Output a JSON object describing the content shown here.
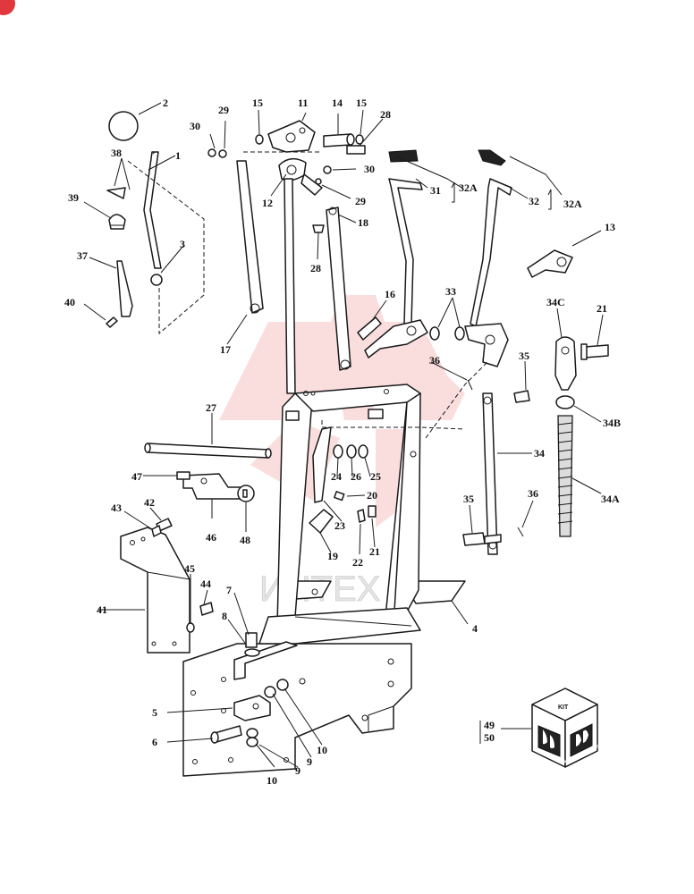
{
  "watermark": {
    "text": "ИНТЕХ",
    "color": "#f2b8b8"
  },
  "corner_badge": {
    "color": "#e0383e"
  },
  "callouts": [
    {
      "id": "c-1",
      "text": "1"
    },
    {
      "id": "c-2",
      "text": "2"
    },
    {
      "id": "c-3",
      "text": "3"
    },
    {
      "id": "c-4",
      "text": "4"
    },
    {
      "id": "c-5",
      "text": "5"
    },
    {
      "id": "c-6",
      "text": "6"
    },
    {
      "id": "c-7",
      "text": "7"
    },
    {
      "id": "c-8",
      "text": "8"
    },
    {
      "id": "c-9a",
      "text": "9"
    },
    {
      "id": "c-9b",
      "text": "9"
    },
    {
      "id": "c-10a",
      "text": "10"
    },
    {
      "id": "c-10b",
      "text": "10"
    },
    {
      "id": "c-11",
      "text": "11"
    },
    {
      "id": "c-12",
      "text": "12"
    },
    {
      "id": "c-13",
      "text": "13"
    },
    {
      "id": "c-14",
      "text": "14"
    },
    {
      "id": "c-15a",
      "text": "15"
    },
    {
      "id": "c-15b",
      "text": "15"
    },
    {
      "id": "c-16",
      "text": "16"
    },
    {
      "id": "c-17",
      "text": "17"
    },
    {
      "id": "c-18",
      "text": "18"
    },
    {
      "id": "c-19",
      "text": "19"
    },
    {
      "id": "c-20",
      "text": "20"
    },
    {
      "id": "c-21a",
      "text": "21"
    },
    {
      "id": "c-21b",
      "text": "21"
    },
    {
      "id": "c-22",
      "text": "22"
    },
    {
      "id": "c-23",
      "text": "23"
    },
    {
      "id": "c-24",
      "text": "24"
    },
    {
      "id": "c-25",
      "text": "25"
    },
    {
      "id": "c-26",
      "text": "26"
    },
    {
      "id": "c-27",
      "text": "27"
    },
    {
      "id": "c-28a",
      "text": "28"
    },
    {
      "id": "c-28b",
      "text": "28"
    },
    {
      "id": "c-29a",
      "text": "29"
    },
    {
      "id": "c-29b",
      "text": "29"
    },
    {
      "id": "c-30a",
      "text": "30"
    },
    {
      "id": "c-30b",
      "text": "30"
    },
    {
      "id": "c-31",
      "text": "31"
    },
    {
      "id": "c-32",
      "text": "32"
    },
    {
      "id": "c-32Aa",
      "text": "32A"
    },
    {
      "id": "c-32Ab",
      "text": "32A"
    },
    {
      "id": "c-33",
      "text": "33"
    },
    {
      "id": "c-34",
      "text": "34"
    },
    {
      "id": "c-34A",
      "text": "34A"
    },
    {
      "id": "c-34B",
      "text": "34B"
    },
    {
      "id": "c-34C",
      "text": "34C"
    },
    {
      "id": "c-35a",
      "text": "35"
    },
    {
      "id": "c-35b",
      "text": "35"
    },
    {
      "id": "c-36a",
      "text": "36"
    },
    {
      "id": "c-36b",
      "text": "36"
    },
    {
      "id": "c-37",
      "text": "37"
    },
    {
      "id": "c-38",
      "text": "38"
    },
    {
      "id": "c-39",
      "text": "39"
    },
    {
      "id": "c-40",
      "text": "40"
    },
    {
      "id": "c-41",
      "text": "41"
    },
    {
      "id": "c-42",
      "text": "42"
    },
    {
      "id": "c-43",
      "text": "43"
    },
    {
      "id": "c-44",
      "text": "44"
    },
    {
      "id": "c-45",
      "text": "45"
    },
    {
      "id": "c-46",
      "text": "46"
    },
    {
      "id": "c-47",
      "text": "47"
    },
    {
      "id": "c-48",
      "text": "48"
    },
    {
      "id": "c-49",
      "text": "49"
    },
    {
      "id": "c-50",
      "text": "50"
    }
  ],
  "kit_box": {
    "top_label": "KIT",
    "logo_text": "NEW HOLLAND"
  }
}
